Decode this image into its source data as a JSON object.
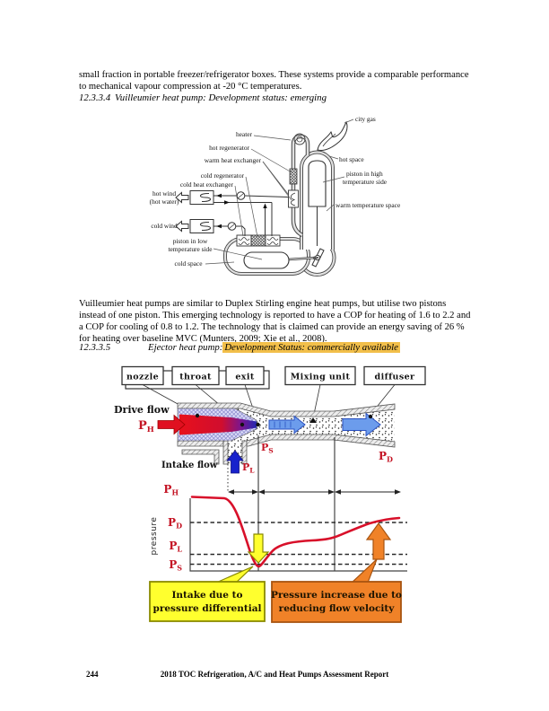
{
  "page": {
    "para1": "small fraction in portable freezer/refrigerator boxes. These systems provide a comparable performance to mechanical vapour compression at -20 °C temperatures.",
    "section1": {
      "number": "12.3.3.4",
      "title": "Vuilleumier heat pump:  Development status: emerging"
    },
    "para2": "Vuilleumier heat pumps are similar to Duplex Stirling engine heat pumps, but utilise two pistons instead of one piston. This emerging technology is reported to have a COP for heating of 1.6 to 2.2 and a COP for cooling of 0.8 to 1.2. The technology that is claimed can provide an energy saving of 26 % for heating over baseline MVC (Munters, 2009; Xie et al., 2008).",
    "section2": {
      "number": "12.3.3.5",
      "title": "Ejector heat pump: ",
      "highlight": "Development Status: commercially available",
      "highlight_color": "#F2BF4A"
    },
    "footer": {
      "page_number": "244",
      "report_title": "2018 TOC Refrigeration, A/C and Heat Pumps Assessment Report"
    }
  },
  "vuilleumier_figure": {
    "labels": {
      "city_gas": "city gas",
      "heater": "heater",
      "hot_regenerator": "hot regenerator",
      "warm_heat_exchanger": "warm heat exchanger",
      "cold_regenerator": "cold regenerator",
      "cold_heat_exchanger": "cold heat exchanger",
      "hot_wind": "hot wind",
      "hot_wind_sub": "(hot water)",
      "cold_wind": "cold wind",
      "piston_low_1": "piston in low",
      "piston_low_2": "temperature side",
      "cold_space": "cold space",
      "hot_space": "hot space",
      "piston_high_1": "piston in high",
      "piston_high_2": "temperature side",
      "warm_space": "warm temperature space"
    }
  },
  "ejector_figure": {
    "part_labels": [
      "nozzle",
      "throat",
      "exit",
      "Mixing unit",
      "diffuser"
    ],
    "drive_flow": "Drive flow",
    "intake_flow": "Intake flow",
    "ylabel": "pressure",
    "p": "P",
    "sub_h": "H",
    "sub_d": "D",
    "sub_l": "L",
    "sub_s": "S",
    "callout_intake_1": "Intake due to",
    "callout_intake_2": "pressure differential",
    "callout_pressure_1": "Pressure increase due to",
    "callout_pressure_2": "reducing flow velocity",
    "colors": {
      "drive_red": "#E01020",
      "intake_blue": "#1822CC",
      "mix_blue": "#6C9CEC",
      "curve_red": "#D8102A",
      "callout_yellow": "#FFFF2E",
      "callout_orange": "#F08228"
    }
  }
}
